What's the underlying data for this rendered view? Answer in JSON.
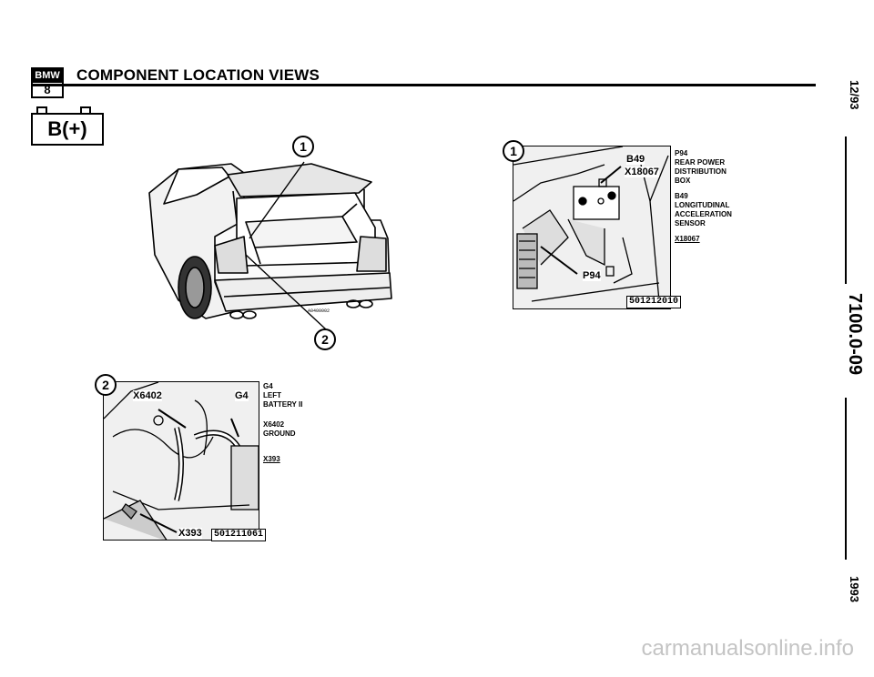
{
  "header": {
    "badge_top": "BMW",
    "badge_bottom": "8",
    "title": "COMPONENT LOCATION VIEWS"
  },
  "symbol": {
    "text": "B(+)"
  },
  "margin": {
    "date": "12/93",
    "section": "7100.0-09",
    "year": "1993"
  },
  "figure_car": {
    "callout_1": "1",
    "callout_2": "2",
    "ref": "A0400002"
  },
  "figure_trunk": {
    "callout": "1",
    "labels": {
      "b49": "B49",
      "x18067": "X18067",
      "p94": "P94"
    },
    "ref": "501212010",
    "legend": [
      {
        "lines": [
          "P94",
          "REAR POWER",
          "DISTRIBUTION",
          "BOX"
        ]
      },
      {
        "lines": [
          "B49",
          "LONGITUDINAL",
          "ACCELERATION",
          "SENSOR"
        ]
      },
      {
        "lines": [
          "X18067"
        ],
        "underline": true
      }
    ]
  },
  "figure_battery": {
    "callout": "2",
    "labels": {
      "x6402": "X6402",
      "g4": "G4",
      "x393": "X393"
    },
    "ref": "501211061",
    "legend": [
      {
        "lines": [
          "G4",
          "LEFT",
          "BATTERY II"
        ]
      },
      {
        "lines": [
          "X6402",
          "GROUND"
        ]
      },
      {
        "lines": [
          "X393"
        ],
        "underline": true
      }
    ]
  },
  "watermark": "carmanualsonline.info"
}
